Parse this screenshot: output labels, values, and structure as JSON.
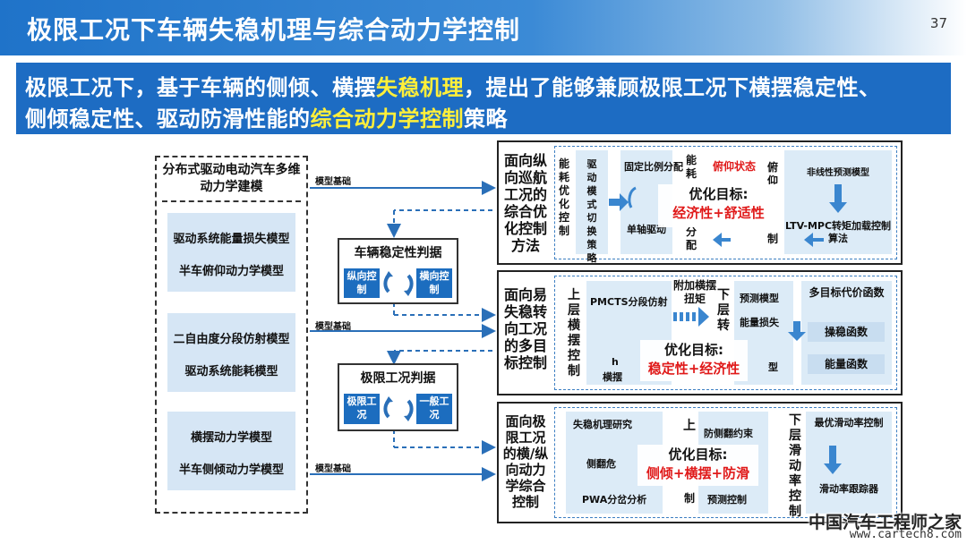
{
  "header": {
    "title": "极限工况下车辆失稳机理与综合动力学控制",
    "page": "37"
  },
  "banner": {
    "line1": [
      "极限工况下，基于车辆的侧倾、横摆",
      "失稳机理",
      "，提出了能够兼顾极限工况下横摆稳定性、"
    ],
    "line2": [
      "侧倾稳定性、驱动防滑性能的",
      "综合动力学控制",
      "策略"
    ]
  },
  "left": {
    "title": "分布式驱动电动汽车多维动力学建模",
    "groups": [
      [
        "驱动系统能量损失模型",
        "半车俯仰动力学模型"
      ],
      [
        "二自由度分段仿射模型",
        "驱动系统能耗模型"
      ],
      [
        "横摆动力学模型",
        "半车侧倾动力学模型"
      ]
    ]
  },
  "links": {
    "model_basis": "模型基础"
  },
  "middle": {
    "stability": {
      "title": "车辆稳定性判据",
      "a": "纵向控制",
      "b": "横向控制"
    },
    "limit": {
      "title": "极限工况判据",
      "a": "极限工况",
      "b": "一般工况"
    }
  },
  "sections": [
    {
      "label": "面向纵向巡航工况的综合优化控制方法",
      "energy": "能耗优化控制",
      "mode": "驱动模式切换策略",
      "ratio": "固定比例分配",
      "single": "单轴驱动",
      "energy2": "能耗",
      "distrib": "分配",
      "pitch_state": "俯仰状态",
      "pitch": "俯仰",
      "ctrl": "制",
      "nmpc": "非线性预测模型",
      "ltv": "LTV-MPC转矩加载控制算法",
      "goal_title": "优化目标:",
      "goal": "经济性+舒适性"
    },
    {
      "label": "面向易失稳转向工况的多目标控制",
      "upper": "上层横摆控制",
      "pmcts": "PMCTS分段仿射",
      "extra": "附加横摆扭矩",
      "lower": "下层转",
      "pred": "预测模型",
      "eloss": "能量损失",
      "type": "型",
      "h": "h",
      "yaw": "横摆",
      "multi": "多目标代价函数",
      "stab_fn": "操稳函数",
      "energy_fn": "能量函数",
      "goal_title": "优化目标:",
      "goal": "稳定性+经济性"
    },
    {
      "label": "面向极限工况的横/纵向动力学综合控制",
      "mech": "失稳机理研究",
      "rollover": "侧翻危",
      "pwa": "PWA分岔分析",
      "upper": "上",
      "anti": "防侧翻约束",
      "ctrl": "制",
      "pred": "预测控制",
      "lower": "下层滑动率控制",
      "slip_opt": "最优滑动率控制",
      "slip_track": "滑动率跟踪器",
      "goal_title": "优化目标:",
      "goal": "侧倾+横摆+防滑"
    }
  ],
  "watermark": {
    "line1": "中国汽车工程师之家",
    "line2": "www.cartech8.com"
  },
  "colors": {
    "header_blue": "#1f73c9",
    "banner_blue": "#1d6cc3",
    "highlight_yellow": "#ffef3a",
    "goal_red": "#e01a1a",
    "cell_blue": "#dcebf7",
    "arrow_blue": "#2a6fb8"
  }
}
